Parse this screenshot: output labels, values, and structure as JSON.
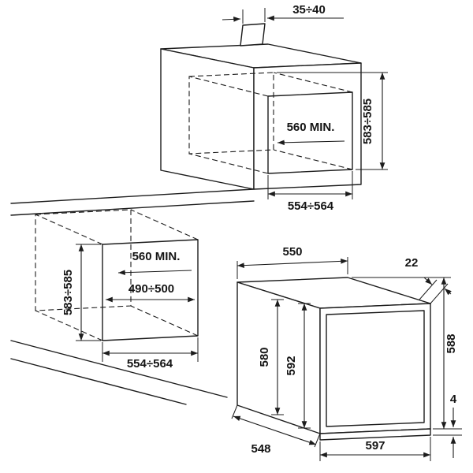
{
  "page": {
    "background_color": "#ffffff",
    "line_color": "#1c1c1c"
  },
  "column_installation": {
    "vent_gap_label": "35÷40",
    "depth_label": "560 MIN.",
    "height_label": "583÷585",
    "width_label": "554÷564"
  },
  "undercounter_installation": {
    "depth_label": "560 MIN.",
    "inner_width_label": "490÷500",
    "height_label": "583÷585",
    "width_label": "554÷564"
  },
  "oven_dimensions": {
    "top_width_label": "550",
    "door_thickness_label": "22",
    "overall_height_label": "588",
    "body_height_label": "580",
    "front_height_label": "592",
    "bottom_gap_label": "4",
    "depth_label": "548",
    "front_width_label": "597"
  }
}
